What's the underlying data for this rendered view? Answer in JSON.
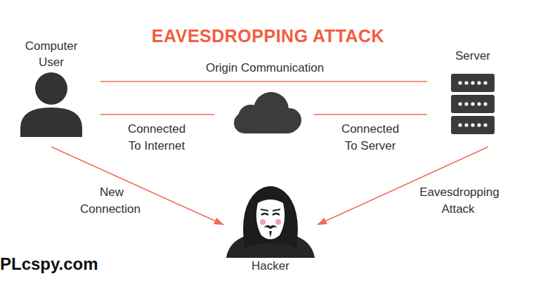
{
  "diagram": {
    "title": "EAVESDROPPING ATTACK",
    "nodes": [
      {
        "text": [
          "Computer User"
        ]
      },
      {
        "text": [
          "Server"
        ]
      },
      {
        "text": [
          "Hacker"
        ]
      }
    ],
    "edges": [
      {
        "from": 0,
        "to": 1,
        "label": "Origin Communication",
        "arrow": "none"
      },
      {
        "from": 0,
        "to": 2,
        "label": "New Connection",
        "arrow": "to"
      },
      {
        "from": 1,
        "to": 2,
        "label": "Eavesdropping Attack",
        "arrow": "to"
      }
    ],
    "labels": [
      "Connected To Internet",
      "Connected To Server",
      "PLcspy.com"
    ]
  }
}
